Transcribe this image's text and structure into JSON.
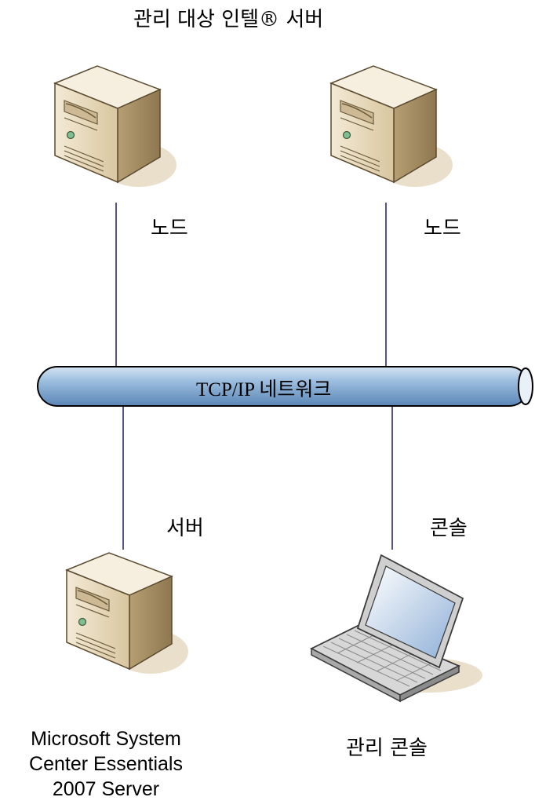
{
  "diagram": {
    "top_title": "관리 대상 인텔® 서버",
    "nodes": [
      {
        "label": "노드",
        "icon": "tower-server-icon"
      },
      {
        "label": "노드",
        "icon": "tower-server-icon"
      }
    ],
    "network": {
      "label": "TCP/IP 네트워크",
      "icon": "network-pipe"
    },
    "bottom": [
      {
        "label": "서버",
        "caption": [
          "Microsoft System",
          "Center Essentials",
          "2007 Server"
        ],
        "icon": "tower-server-icon"
      },
      {
        "label": "콘솔",
        "caption": [
          "관리 콘솔"
        ],
        "icon": "laptop-icon"
      }
    ],
    "colors": {
      "line": "#1f1f5a",
      "pipe_fill": "#8fb2d6",
      "pipe_stroke": "#000000",
      "server_body": "#d9c7a4"
    }
  }
}
